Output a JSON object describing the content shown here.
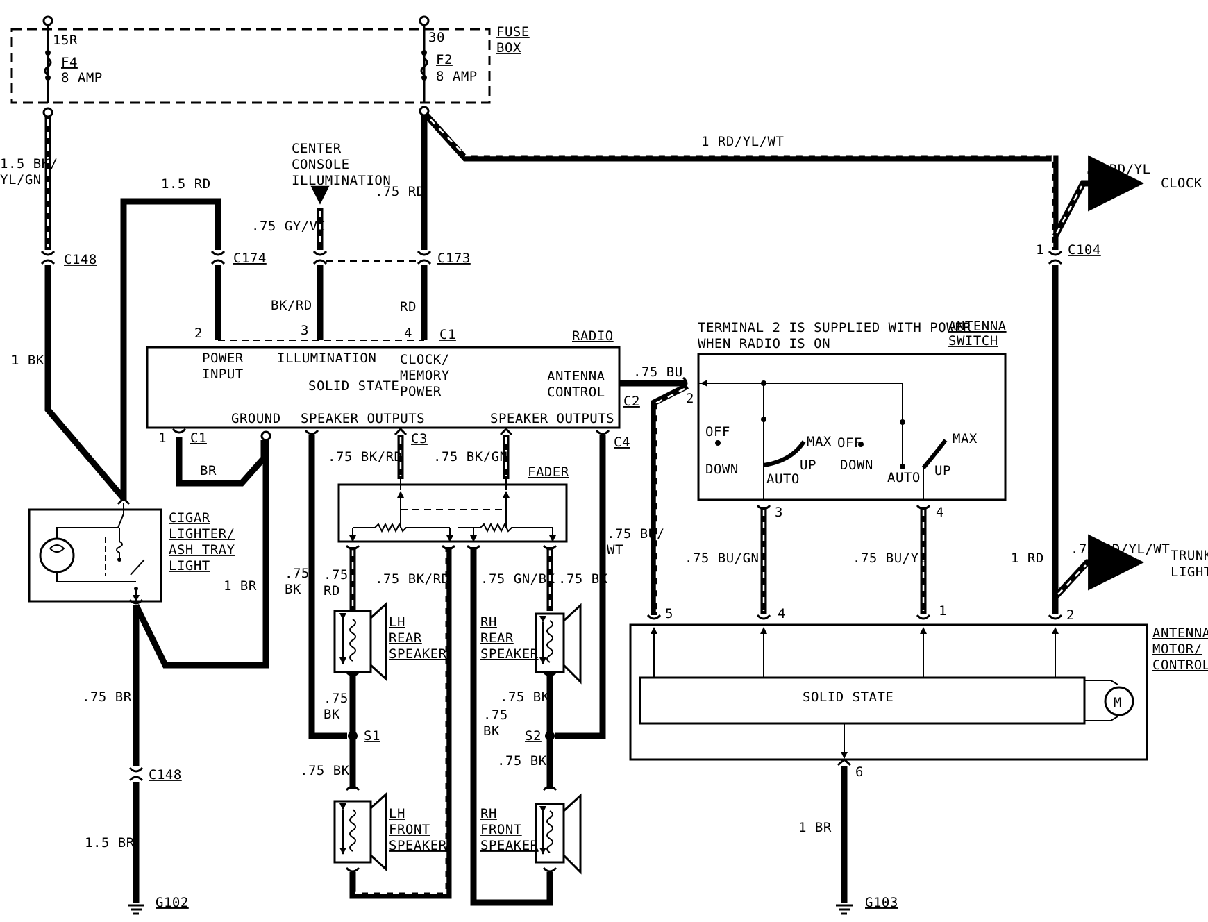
{
  "fuse_box": {
    "label": [
      "FUSE",
      "BOX"
    ],
    "fuses": [
      {
        "terminal": "15R",
        "name": "F4",
        "rating": "8 AMP"
      },
      {
        "terminal": "30",
        "name": "F2",
        "rating": "8 AMP"
      }
    ]
  },
  "connectors": {
    "c148_top": "C148",
    "c148_bottom": "C148",
    "c174": "C174",
    "c173": "C173",
    "c104": "C104",
    "c1_top": "C1",
    "c1_bottom": "C1",
    "c2": "C2",
    "c3": "C3",
    "c4": "C4",
    "s1": "S1",
    "s2": "S2",
    "g102": "G102",
    "g103": "G103"
  },
  "wires": {
    "w_15bk_yl_gn": [
      "1.5 BK/",
      "YL/GN"
    ],
    "w_1bk": "1 BK",
    "w_15rd": "1.5 RD",
    "w_075gy_vi": ".75 GY/VI",
    "w_bk_rd": "BK/RD",
    "w_075rd": ".75 RD",
    "w_rd": "RD",
    "w_1rd_yl_wt": "1 RD/YL/WT",
    "w_05rd_yl": ".5 RD/YL",
    "w_br": "BR",
    "w_1br_left": "1 BR",
    "w_075br": ".75 BR",
    "w_15br": "1.5 BR",
    "w_075bk_rd_top": ".75 BK/RD",
    "w_075bk_gn_top": ".75 BK/GN",
    "w_075bk_left": [
      ".75",
      "BK"
    ],
    "w_075rd_lh": [
      ".75",
      "RD"
    ],
    "w_075bk_rd_lh": ".75 BK/RD",
    "w_075gn_bk_rh": ".75 GN/BK",
    "w_075bk_rh": ".75 BK",
    "w_075bu_wt": [
      ".75 BU/",
      "WT"
    ],
    "w_075bk_s1_top": [
      ".75",
      "BK"
    ],
    "w_075bk_s1_bottom": ".75 BK",
    "w_075bk_s2_top": ".75 BK",
    "w_075bk_s2_mid": [
      ".75",
      "BK"
    ],
    "w_075bk_s2_bottom": ".75 BK",
    "w_075bu": ".75 BU",
    "w_075bu_gn": ".75 BU/GN",
    "w_075bu_yl": ".75 BU/YL",
    "w_1rd": "1 RD",
    "w_075rd_yl_wt": ".75 RD/YL/WT",
    "w_1br_right": "1 BR"
  },
  "pins": {
    "radio_2": "2",
    "radio_3": "3",
    "radio_4": "4",
    "radio_1": "1",
    "c2_2": "2",
    "switch_3": "3",
    "switch_4": "4",
    "motor_5": "5",
    "motor_4": "4",
    "motor_1": "1",
    "motor_2": "2",
    "motor_6": "6",
    "c104_1": "1"
  },
  "radio": {
    "name": "RADIO",
    "power_input": [
      "POWER",
      "INPUT"
    ],
    "illumination": "ILLUMINATION",
    "clock_memory": [
      "CLOCK/",
      "MEMORY",
      "POWER"
    ],
    "solid_state": "SOLID STATE",
    "antenna_control": [
      "ANTENNA",
      "CONTROL"
    ],
    "ground": "GROUND",
    "speaker_outputs_left": "SPEAKER OUTPUTS",
    "speaker_outputs_right": "SPEAKER OUTPUTS"
  },
  "center_console": [
    "CENTER",
    "CONSOLE",
    "ILLUMINATION"
  ],
  "cigar_lighter": [
    "CIGAR",
    "LIGHTER/",
    "ASH TRAY",
    "LIGHT"
  ],
  "fader": "FADER",
  "speakers": {
    "lh_rear": [
      "LH",
      "REAR",
      "SPEAKER"
    ],
    "rh_rear": [
      "RH",
      "REAR",
      "SPEAKER"
    ],
    "lh_front": [
      "LH",
      "FRONT",
      "SPEAKER"
    ],
    "rh_front": [
      "RH",
      "FRONT",
      "SPEAKER"
    ]
  },
  "antenna_switch": {
    "name": [
      "ANTENNA",
      "SWITCH"
    ],
    "note": [
      "TERMINAL 2 IS SUPPLIED WITH POWER",
      "WHEN RADIO IS ON"
    ],
    "left": {
      "off": "OFF",
      "down": "DOWN",
      "max": "MAX",
      "auto": "AUTO",
      "up": "UP"
    },
    "right": {
      "off": "OFF",
      "down": "DOWN",
      "max": "MAX",
      "auto": "AUTO",
      "up": "UP"
    }
  },
  "antenna_motor": {
    "name": [
      "ANTENNA",
      "MOTOR/",
      "CONTROL"
    ],
    "solid_state": "SOLID STATE",
    "motor": "M"
  },
  "destinations": {
    "clock": "CLOCK",
    "trunk_light": [
      "TRUNK",
      "LIGHT"
    ]
  }
}
